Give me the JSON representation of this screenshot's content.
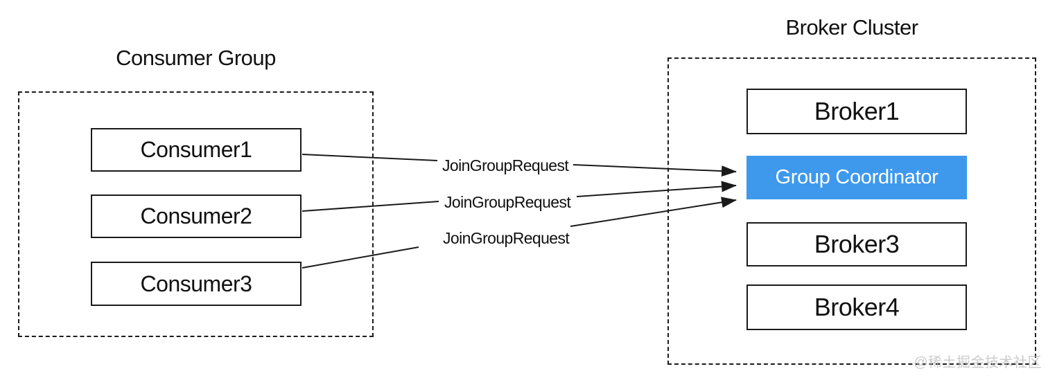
{
  "diagram": {
    "consumer_group": {
      "title": "Consumer Group",
      "consumers": [
        {
          "label": "Consumer1"
        },
        {
          "label": "Consumer2"
        },
        {
          "label": "Consumer3"
        }
      ]
    },
    "broker_cluster": {
      "title": "Broker Cluster",
      "brokers": [
        {
          "label": "Broker1"
        },
        {
          "label": "Group Coordinator",
          "role": "coordinator"
        },
        {
          "label": "Broker3"
        },
        {
          "label": "Broker4"
        }
      ]
    },
    "requests": [
      {
        "label": "JoinGroupRequest",
        "from": "Consumer1",
        "to": "Group Coordinator"
      },
      {
        "label": "JoinGroupRequest",
        "from": "Consumer2",
        "to": "Group Coordinator"
      },
      {
        "label": "JoinGroupRequest",
        "from": "Consumer3",
        "to": "Group Coordinator"
      }
    ],
    "watermark": "@稀土掘金技术社区",
    "colors": {
      "coordinator_bg": "#3E99ED",
      "coordinator_text": "#FFFFFF",
      "line": "#1A1A1A",
      "watermark": "#BFBFBF"
    }
  }
}
